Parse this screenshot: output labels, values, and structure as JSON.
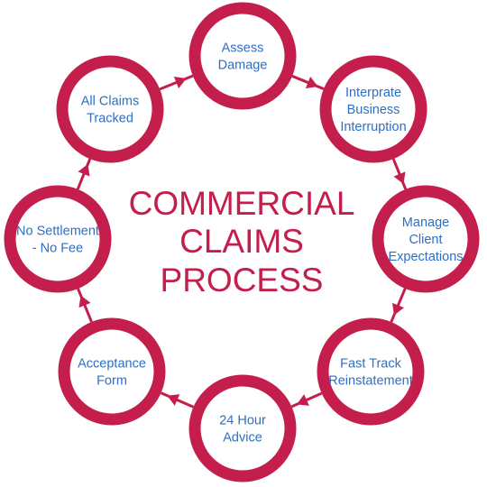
{
  "title": {
    "lines": [
      "COMMERCIAL",
      "CLAIMS",
      "PROCESS"
    ]
  },
  "colors": {
    "ring": "#c41e4c",
    "node_text": "#2d6fc4",
    "title": "#c41e4c",
    "connector": "#c41e4c"
  },
  "steps": [
    {
      "lines": [
        "Assess",
        "Damage"
      ]
    },
    {
      "lines": [
        "Interprate",
        "Business",
        "Interruption"
      ]
    },
    {
      "lines": [
        "Manage",
        "Client",
        "Expectations"
      ]
    },
    {
      "lines": [
        "Fast Track",
        "Reinstatement"
      ]
    },
    {
      "lines": [
        "24 Hour",
        "Advice"
      ]
    },
    {
      "lines": [
        "Acceptance",
        "Form"
      ]
    },
    {
      "lines": [
        "No Settlement",
        "- No Fee"
      ]
    },
    {
      "lines": [
        "All Claims",
        "Tracked"
      ]
    }
  ]
}
